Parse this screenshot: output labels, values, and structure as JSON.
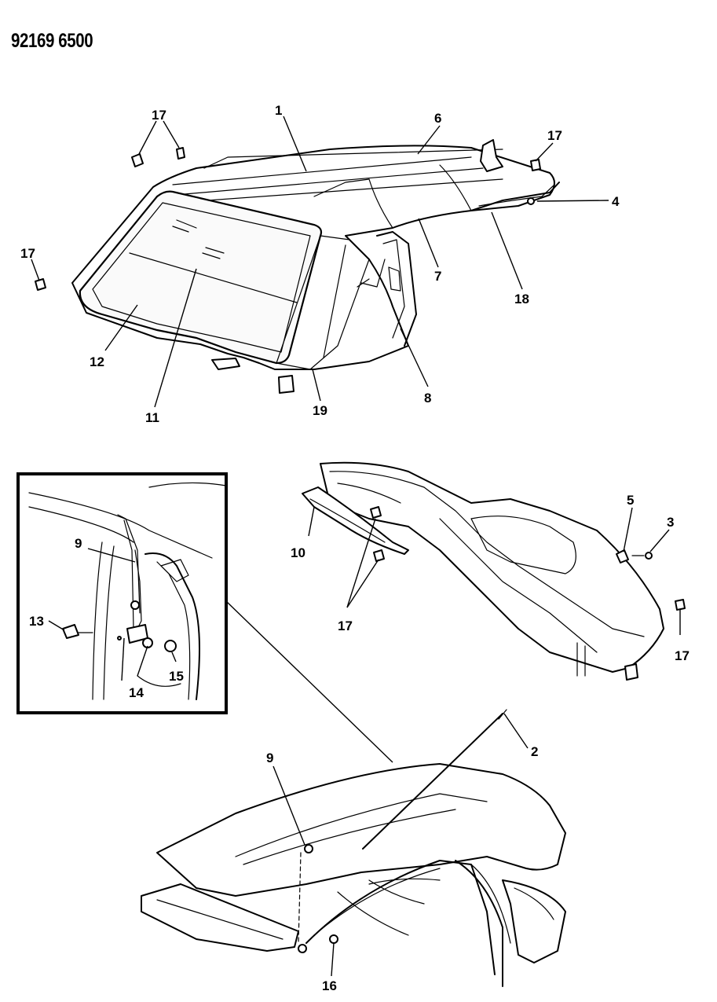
{
  "document_id": "92169 6500",
  "callouts": {
    "c1": "1",
    "c2": "2",
    "c3": "3",
    "c4": "4",
    "c5": "5",
    "c6": "6",
    "c7": "7",
    "c8": "8",
    "c9a": "9",
    "c9b": "9",
    "c10": "10",
    "c11": "11",
    "c12": "12",
    "c13": "13",
    "c14": "14",
    "c15": "15",
    "c16": "16",
    "c17a": "17",
    "c17b": "17",
    "c17c": "17",
    "c17d": "17",
    "c17e": "17",
    "c18": "18",
    "c19": "19"
  }
}
